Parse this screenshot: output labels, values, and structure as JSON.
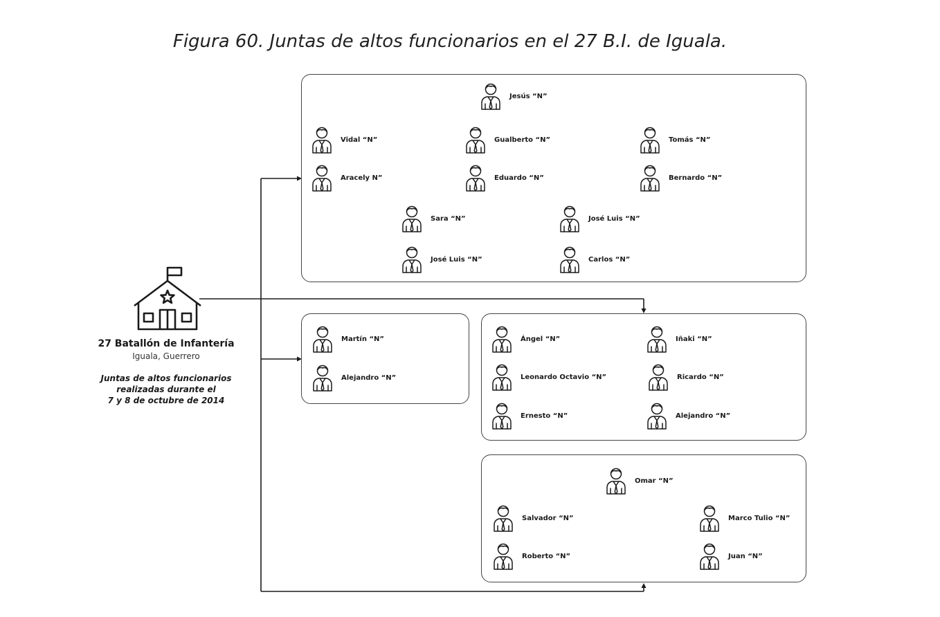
{
  "title": "Figura 60. Juntas de altos funcionarios en el 27 B.I. de Iguala.",
  "institution": {
    "name": "27 Batallón de Infantería",
    "location": "Iguala, Guerrero",
    "description_lines": [
      "Juntas de altos funcionarios",
      "realizadas durante el",
      "7 y 8 de octubre de 2014"
    ],
    "icon": "school-building-icon"
  },
  "person_icon": "person-with-tie-icon",
  "groups": [
    {
      "id": "group-a",
      "people": [
        "Jesús  “N”",
        "Vidal “N”",
        "Gualberto “N”",
        "Tomás “N”",
        "Aracely  N”",
        "Eduardo “N”",
        "Bernardo “N”",
        "Sara “N”",
        "José Luis “N”",
        "José Luis “N”",
        "Carlos “N”"
      ]
    },
    {
      "id": "group-b",
      "people": [
        "Martín “N”",
        "Alejandro “N”"
      ]
    },
    {
      "id": "group-c",
      "people": [
        "Ángel “N”",
        "Iñaki “N”",
        "Leonardo Octavio “N”",
        "Ricardo “N”",
        "Ernesto “N”",
        "Alejandro “N”"
      ]
    },
    {
      "id": "group-d",
      "people": [
        "Omar “N”",
        "Salvador  “N”",
        "Marco Tulio  “N”",
        "Roberto  “N”",
        "Juan  “N”"
      ]
    }
  ]
}
